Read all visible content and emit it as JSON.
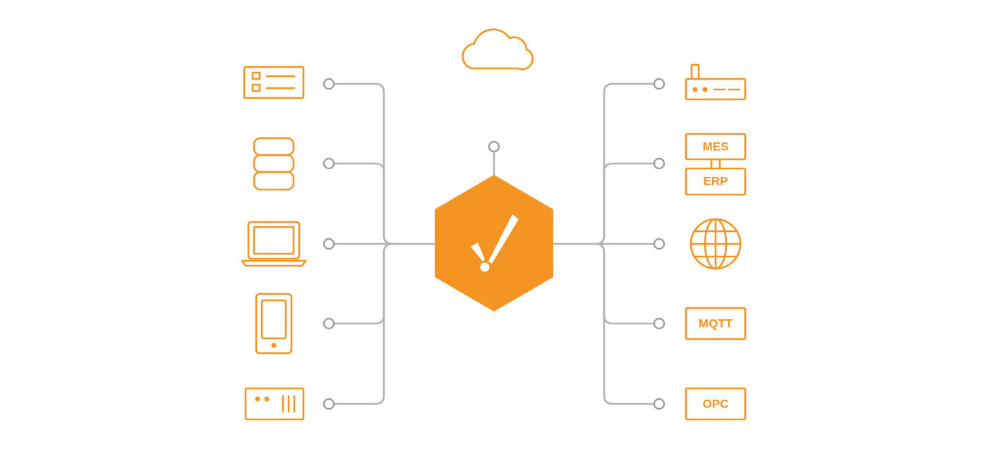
{
  "diagram": {
    "colors": {
      "accent": "#f39423",
      "connector": "#b2b2b2",
      "port": "#9e9e9e",
      "background": "#ffffff"
    },
    "center": {
      "icon": "exclamation-mark-icon",
      "shape": "hexagon"
    },
    "top": {
      "icon": "cloud-icon"
    },
    "left_nodes": [
      {
        "icon": "dashboard-icon"
      },
      {
        "icon": "database-icon"
      },
      {
        "icon": "laptop-icon"
      },
      {
        "icon": "mobile-phone-icon"
      },
      {
        "icon": "hardware-device-icon"
      }
    ],
    "right_nodes": [
      {
        "icon": "router-icon"
      },
      {
        "icon": "mes-erp-icon",
        "labels": [
          "MES",
          "ERP"
        ]
      },
      {
        "icon": "globe-icon"
      },
      {
        "icon": "mqtt-icon",
        "label": "MQTT"
      },
      {
        "icon": "opc-icon",
        "label": "OPC"
      }
    ]
  }
}
